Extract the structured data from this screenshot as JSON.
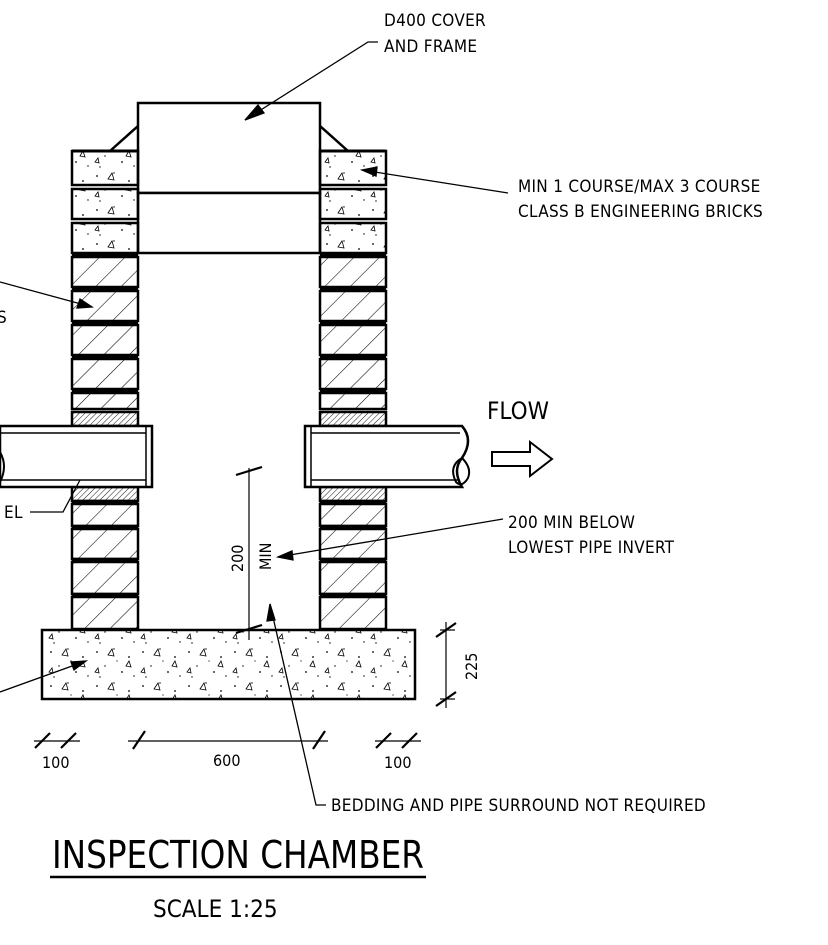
{
  "labels": {
    "cover": [
      "D400 COVER",
      "AND FRAME"
    ],
    "bricks_b": [
      "MIN 1 COURSE/MAX 3 COURSE",
      "CLASS B ENGINEERING BRICKS"
    ],
    "bricks_left_fragment": "S",
    "level_fragment": "EL",
    "flow": "FLOW",
    "below_invert": [
      "200 MIN BELOW",
      "LOWEST PIPE INVERT"
    ],
    "bedding": "BEDDING AND PIPE SURROUND NOT REQUIRED"
  },
  "dimensions": {
    "depth_value": "200",
    "depth_qualifier": "MIN",
    "base_thickness": "225",
    "wall_left": "100",
    "internal_width": "600",
    "wall_right": "100"
  },
  "title": {
    "main": "INSPECTION CHAMBER",
    "scale": "SCALE 1:25"
  }
}
